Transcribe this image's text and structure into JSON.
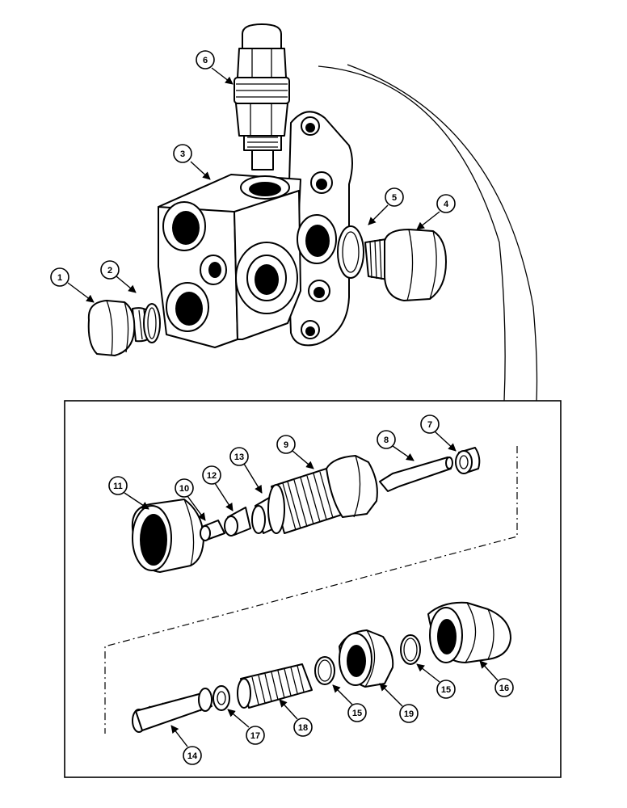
{
  "callouts": {
    "c1": "1",
    "c2": "2",
    "c3": "3",
    "c4": "4",
    "c5": "5",
    "c6": "6",
    "c7": "7",
    "c8": "8",
    "c9": "9",
    "c10": "10",
    "c11": "11",
    "c12": "12",
    "c13": "13",
    "c14": "14",
    "c15a": "15",
    "c15b": "15",
    "c16": "16",
    "c17": "17",
    "c18": "18",
    "c19": "19"
  },
  "colors": {
    "line": "#000000",
    "background": "#ffffff"
  }
}
